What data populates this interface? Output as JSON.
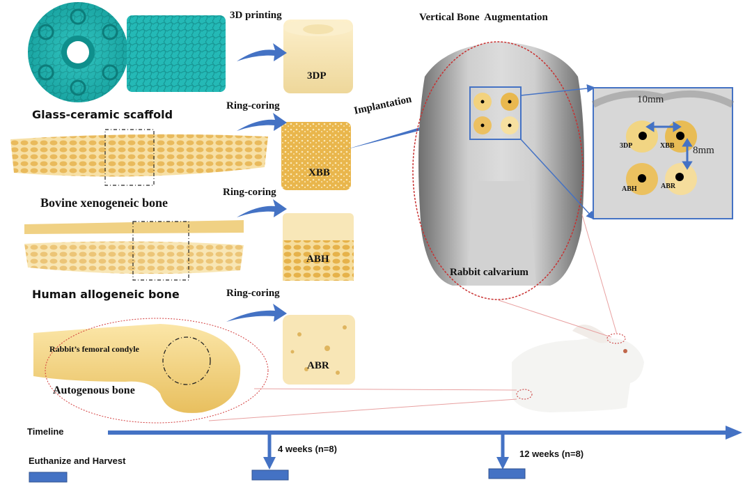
{
  "figure": {
    "sources": {
      "glass": "Glass-ceramic scaffold",
      "bovine": "Bovine xenogeneic bone",
      "human": "Human allogeneic bone",
      "autogenous": "Autogenous bone",
      "femoral": "Rabbit’s femoral condyle"
    },
    "processes": {
      "printing": "3D printing",
      "coring1": "Ring-coring",
      "coring2": "Ring-coring",
      "coring3": "Ring-coring",
      "implantation": "Implantation"
    },
    "samples": {
      "s3dp": "3DP",
      "xbb": "XBB",
      "abh": "ABH",
      "abr": "ABR"
    },
    "right": {
      "title": "Vertical Bone  Augmentation",
      "calvarium": "Rabbit calvarium",
      "dim_h": "10mm",
      "dim_v": "8mm",
      "inset_labels": [
        "3DP",
        "XBB",
        "ABH",
        "ABR"
      ]
    },
    "timeline": {
      "label": "Timeline",
      "legend": "Euthanize and Harvest",
      "point1": "4 weeks (n=8)",
      "point2": "12 weeks (n=8)"
    },
    "colors": {
      "arrow_blue": "#4472c4",
      "scaffold_teal": "#1fb8b4",
      "bone_yellow": "#f0cf7a",
      "ellipse_red": "#d23a3a"
    }
  }
}
